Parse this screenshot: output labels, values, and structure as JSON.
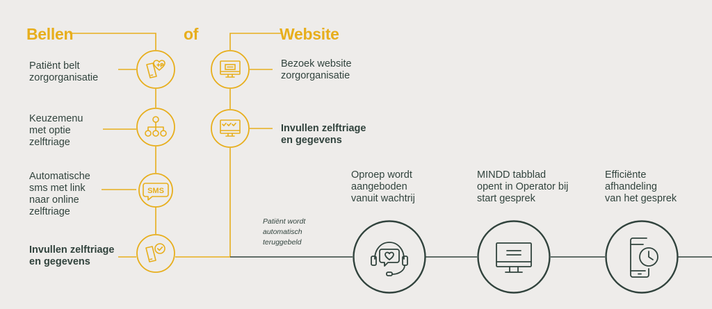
{
  "headings": {
    "left": "Bellen",
    "middle": "of",
    "right": "Website"
  },
  "phone_steps": [
    {
      "text": "Patiënt belt\nzorgorganisatie",
      "icon": "phone-heart-icon"
    },
    {
      "text": "Keuzemenu\nmet optie\nzelftriage",
      "icon": "menu-tree-icon"
    },
    {
      "text": "Automatische\nsms met link\nnaar online\nzelftriage",
      "icon": "sms-bubble-icon",
      "icon_text": "SMS"
    },
    {
      "text": "Invullen zelftriage\nen gegevens",
      "icon": "phone-check-icon"
    }
  ],
  "web_steps": [
    {
      "text": "Bezoek website\nzorgorganisatie",
      "icon": "monitor-icon"
    },
    {
      "text": "Invullen zelftriage\nen gegevens",
      "icon": "monitor-checklist-icon"
    }
  ],
  "callback_note": "Patiënt wordt\nautomatisch\nteruggebeld",
  "final_steps": [
    {
      "text": "Oproep wordt\naangeboden\nvanuit wachtrij",
      "icon": "headset-chat-icon"
    },
    {
      "text": "MINDD tabblad\nopent in Operator bij\nstart gesprek",
      "icon": "monitor-icon"
    },
    {
      "text": "Efficiënte\nafhandeling\nvan het gesprek",
      "icon": "phone-clock-icon"
    }
  ],
  "colors": {
    "accent": "#e7ae1c",
    "dark": "#31433d",
    "background": "#eeecea"
  }
}
